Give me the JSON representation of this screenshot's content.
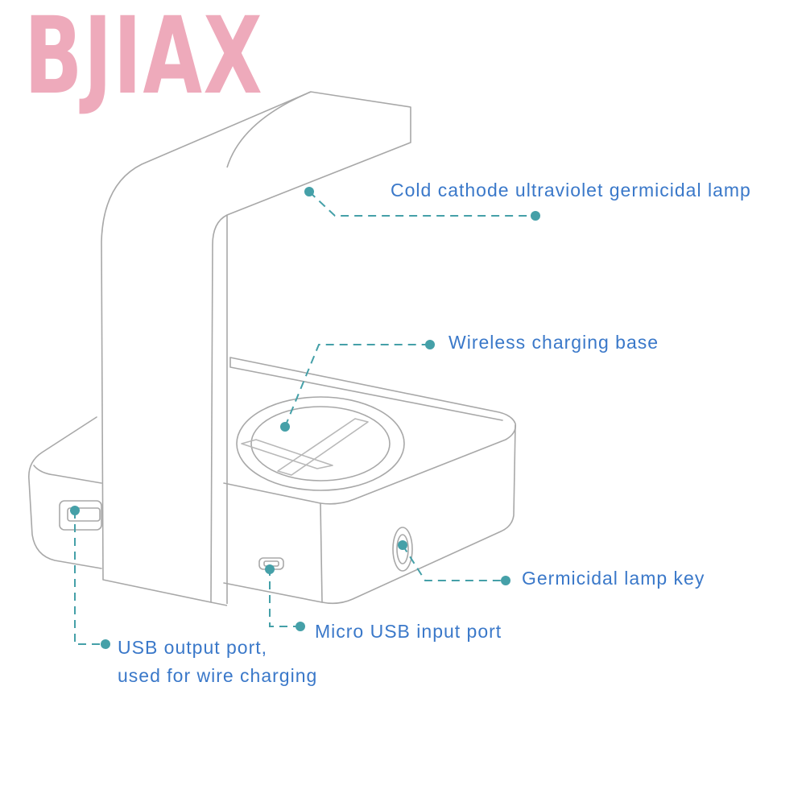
{
  "brand": {
    "text": "BJIAX",
    "color": "#eeaabb"
  },
  "colors": {
    "label_text": "#3a78c9",
    "callout_dot": "#45a0a8",
    "outline": "#a8a8a8"
  },
  "callouts": {
    "lamp": "Cold cathode ultraviolet germicidal lamp",
    "base": "Wireless charging base",
    "key": "Germicidal lamp key",
    "micro_usb": "Micro USB input port",
    "usb_output": {
      "line1": "USB output port,",
      "line2": "used for wire charging"
    }
  }
}
